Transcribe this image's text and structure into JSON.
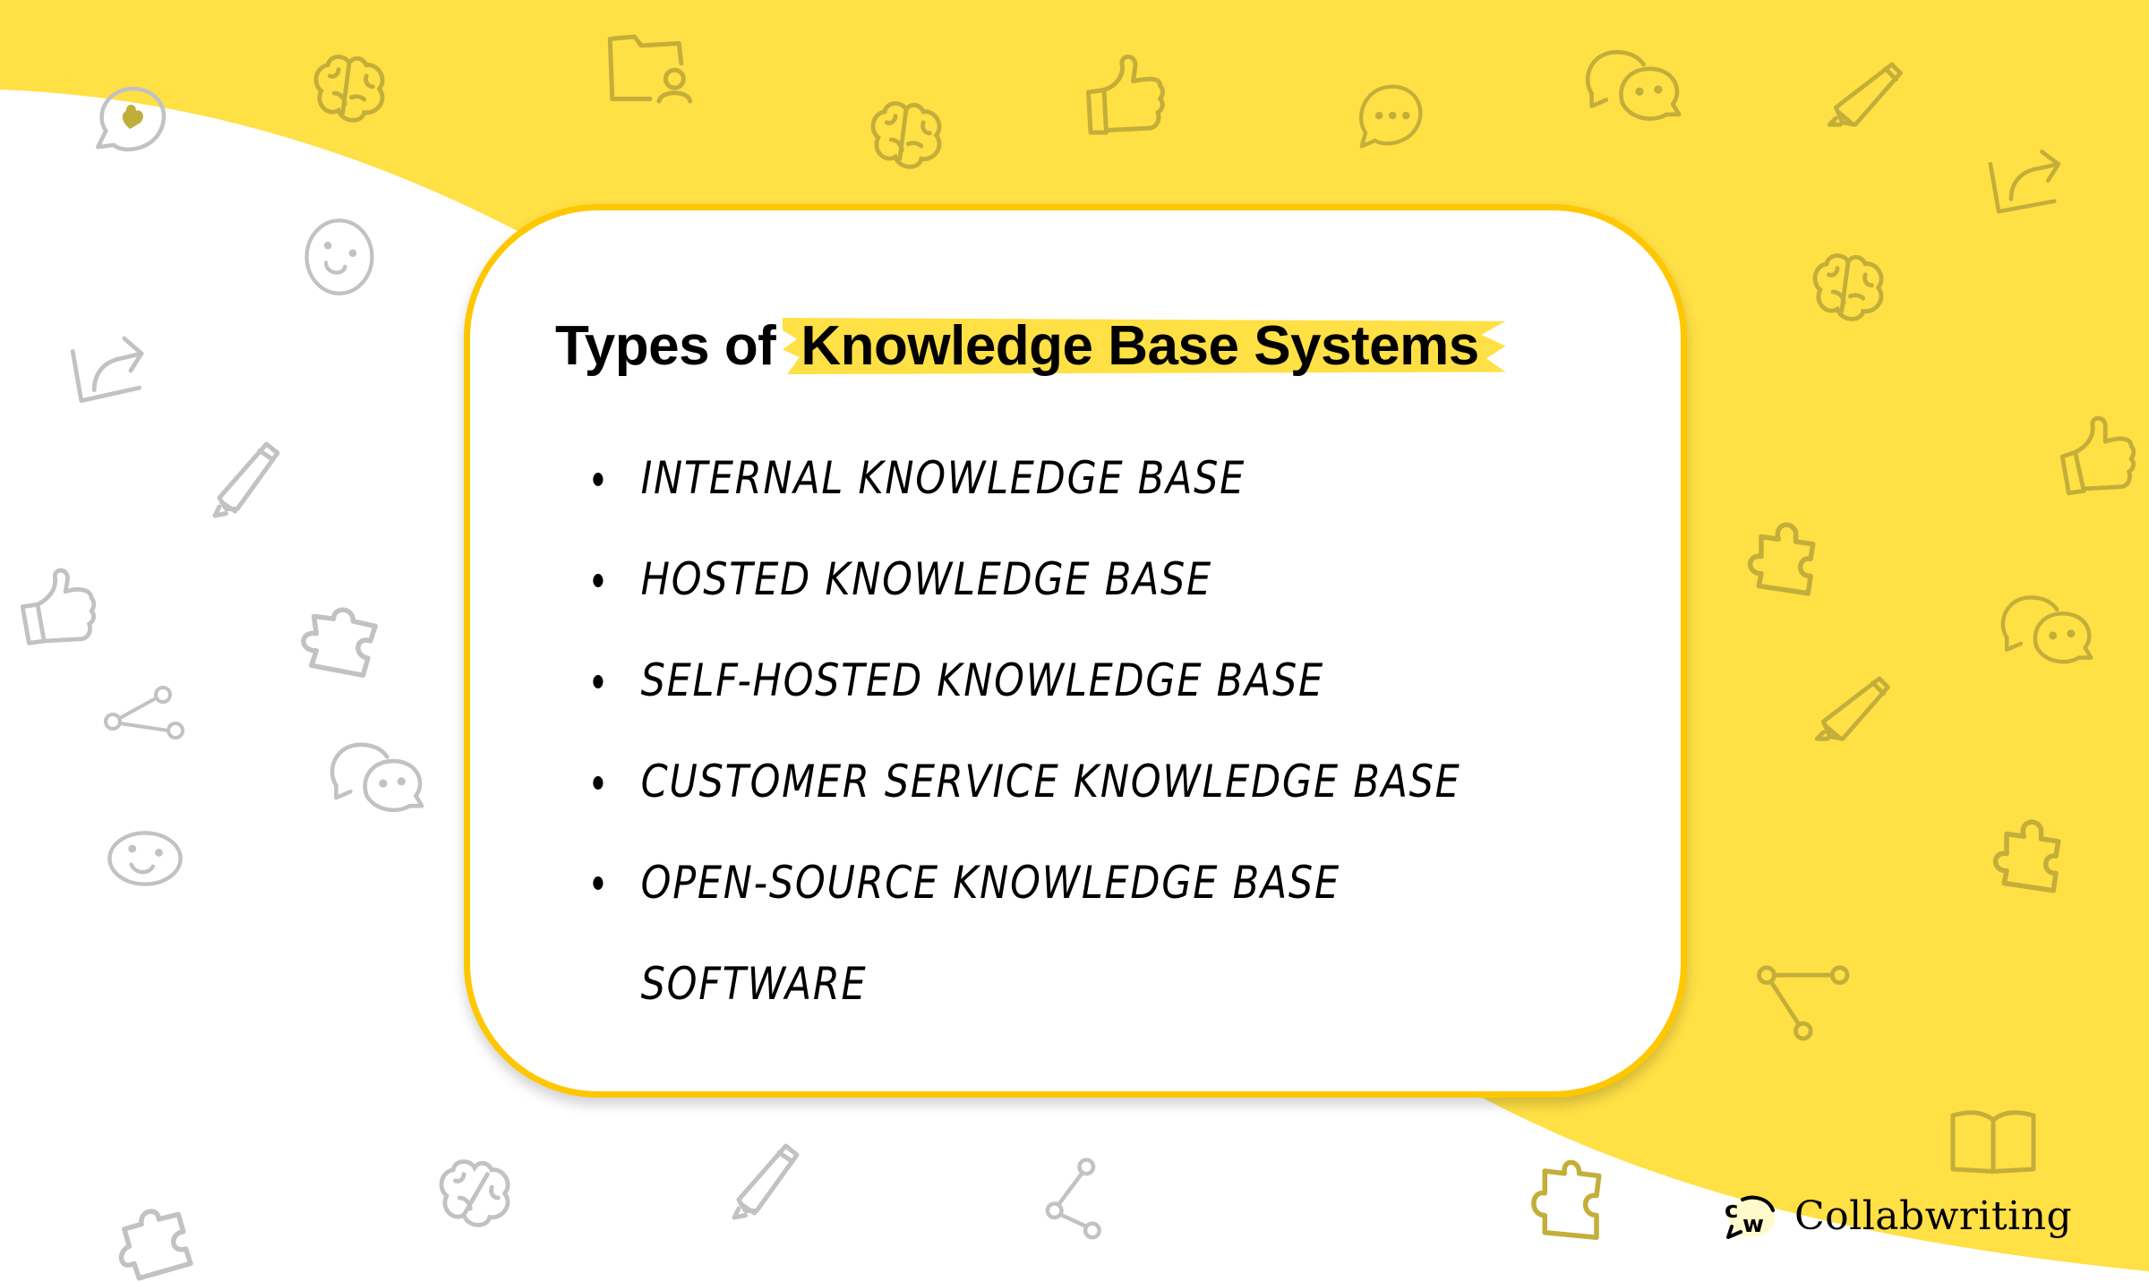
{
  "title": {
    "plain": "Types of",
    "highlighted": "Knowledge Base Systems",
    "highlight_color": "#FFE045"
  },
  "list": {
    "items": [
      {
        "label": "Internal knowledge base"
      },
      {
        "label": "Hosted knowledge base"
      },
      {
        "label": "Self-hosted knowledge base"
      },
      {
        "label": "Customer service knowledge base"
      },
      {
        "label": "Open-source knowledge base",
        "continuation": "software"
      }
    ]
  },
  "logo": {
    "mark": "CW",
    "name": "Collabwriting"
  },
  "colors": {
    "background_yellow": "#FFE045",
    "card_border": "#FFC700",
    "card_fill": "#FFFFFF",
    "icon_on_yellow": "#C4AE3A",
    "icon_on_white": "#C2C2C2",
    "text": "#000000"
  },
  "decorations": {
    "icons": [
      "chat-heart-icon",
      "brain-icon",
      "folder-user-icon",
      "thumbs-up-icon",
      "chat-dots-icon",
      "chat-bubbles-icon",
      "pencil-icon",
      "share-arrow-icon",
      "smiley-icon",
      "puzzle-icon",
      "network-nodes-icon",
      "book-icon"
    ]
  }
}
